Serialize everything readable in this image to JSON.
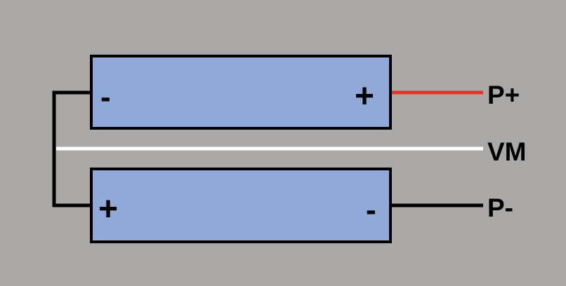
{
  "colors": {
    "background": "#aba9a7",
    "cell_fill": "#91a9d9",
    "p_plus_wire": "#e8312a",
    "vm_wire": "#ffffff",
    "wire": "#000000"
  },
  "cells": [
    {
      "left_terminal": "-",
      "right_terminal": "+"
    },
    {
      "left_terminal": "+",
      "right_terminal": "-"
    }
  ],
  "labels": {
    "p_plus": "P+",
    "vm": "VM",
    "p_minus": "P-"
  }
}
